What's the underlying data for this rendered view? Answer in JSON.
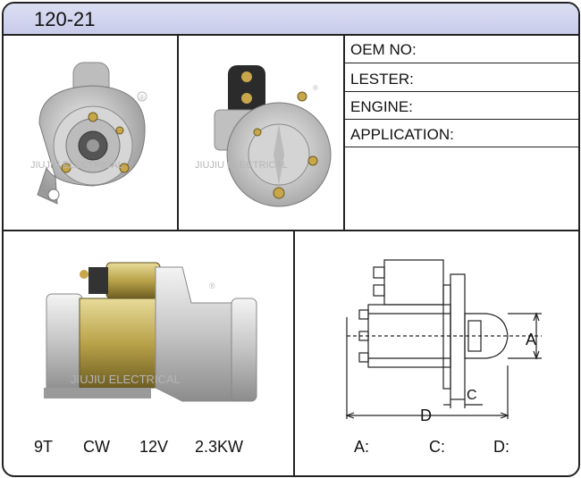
{
  "header": {
    "title": "120-21"
  },
  "specs": {
    "oem_label": "OEM NO:",
    "lester_label": "LESTER:",
    "engine_label": "ENGINE:",
    "application_label": "APPLICATION:"
  },
  "watermark": {
    "text": "JIUJIU  ELECTRICAL",
    "registered": "®"
  },
  "ratings": {
    "teeth": "9T",
    "rotation": "CW",
    "voltage": "12V",
    "power": "2.3KW"
  },
  "dimensions": {
    "a_label": "A:",
    "c_label": "C:",
    "d_label": "D:",
    "diagram_a": "A",
    "diagram_c": "C",
    "diagram_d": "D"
  },
  "colors": {
    "header_bg": "#c7cbe9",
    "border": "#222222",
    "housing": "#c9c9c9",
    "gold": "#b9a34a"
  }
}
